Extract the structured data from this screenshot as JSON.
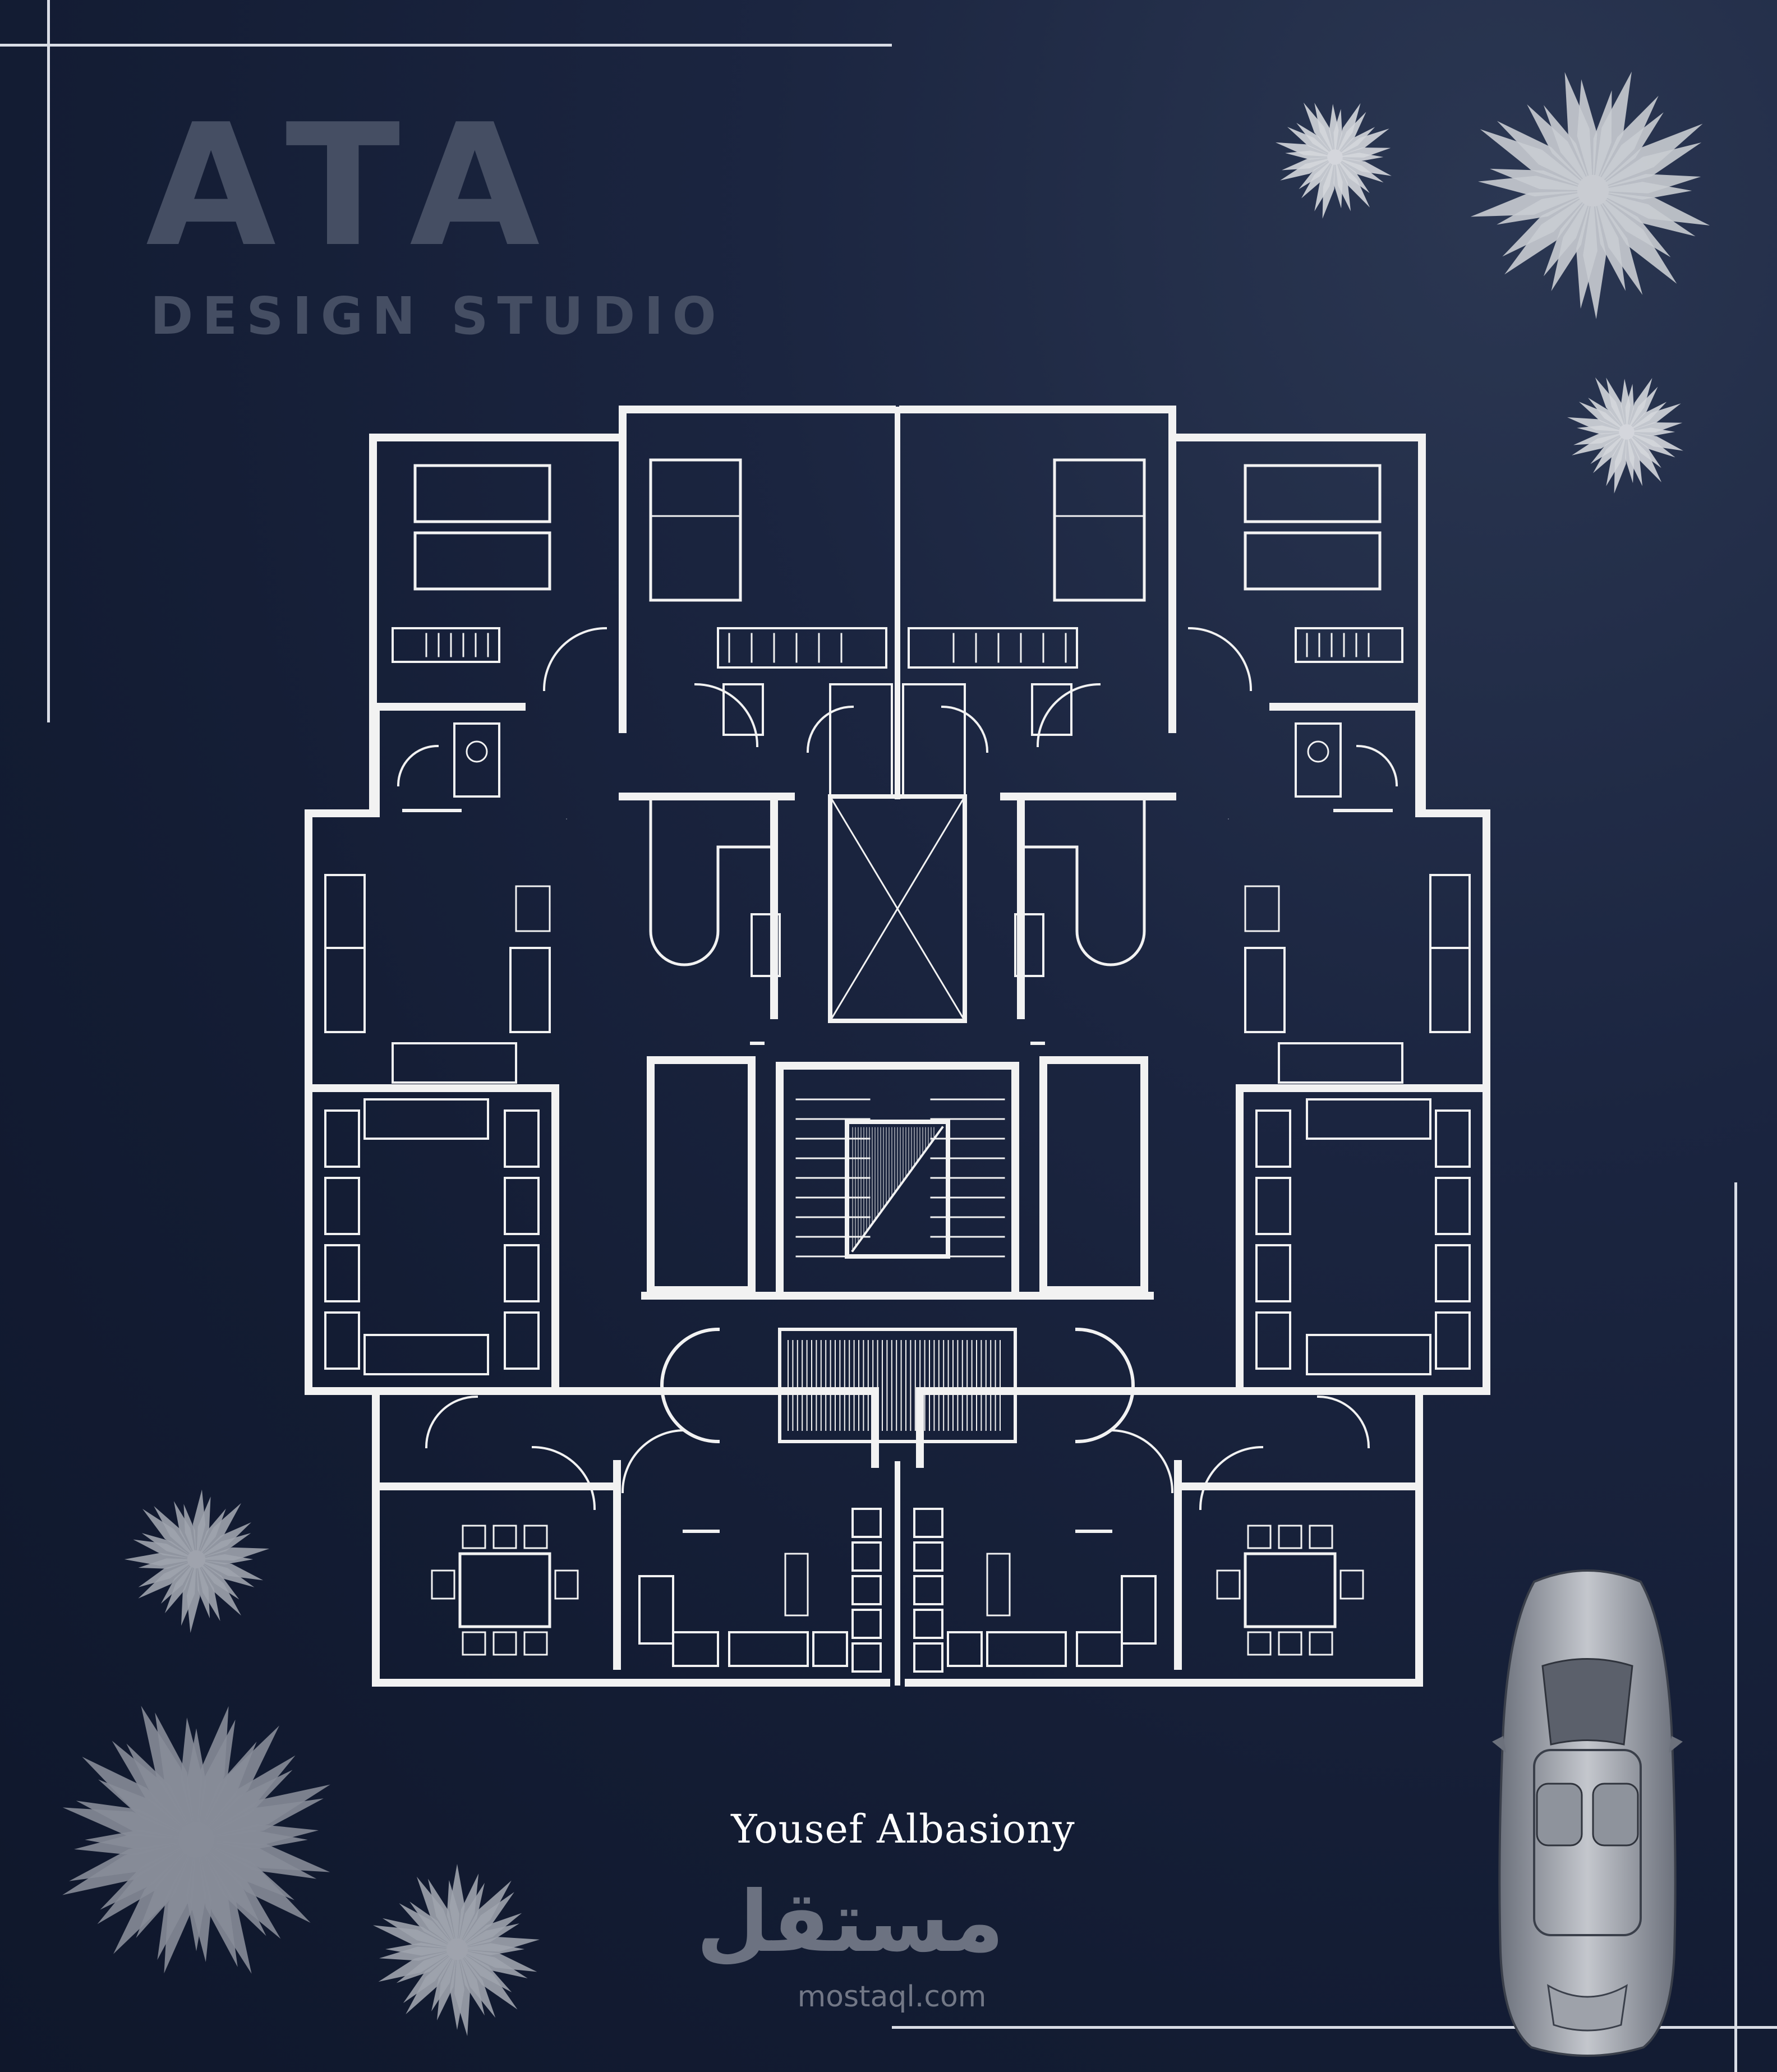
{
  "branding": {
    "logo_text": "ATA",
    "subtitle": "DESIGN STUDIO"
  },
  "author": "Yousef Albasiony",
  "watermark": {
    "arabic": "مستقل",
    "latin": "mostaql.com"
  },
  "colors": {
    "background": "#131c33",
    "wall": "#f2f2f2",
    "logo": "#454e63",
    "tree": "#c9ccd2"
  },
  "icons": [
    "tree-icon",
    "car-icon",
    "floor-plan"
  ]
}
